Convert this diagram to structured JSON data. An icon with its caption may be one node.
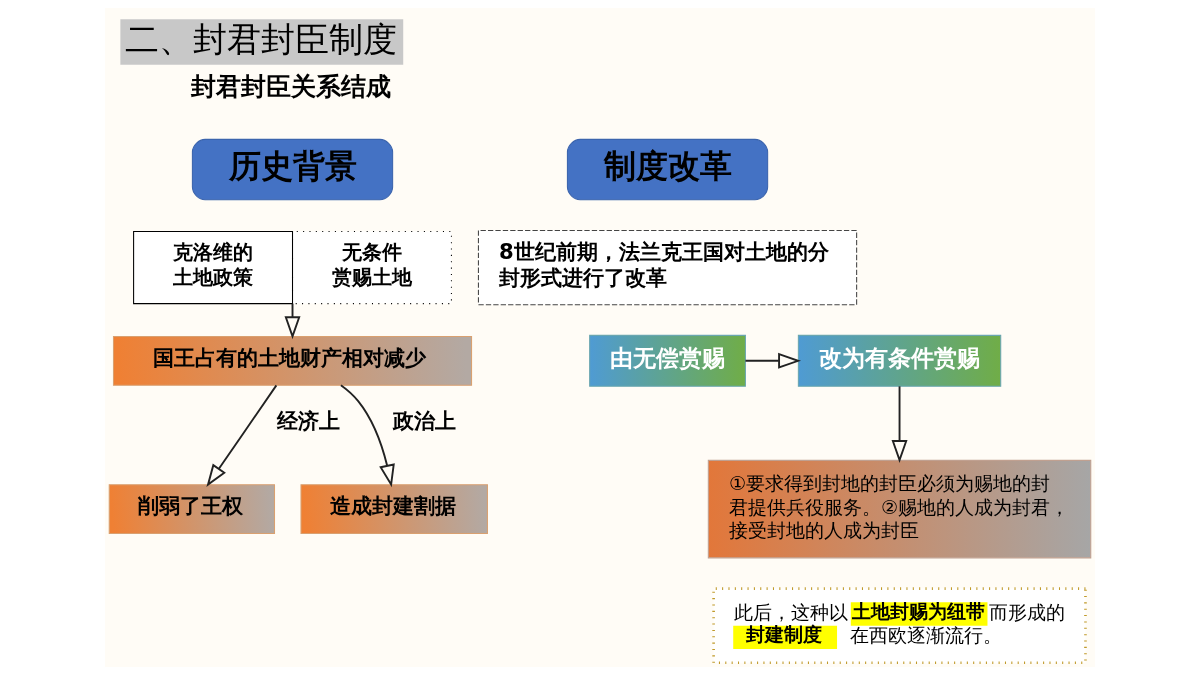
{
  "diagram": {
    "title": "二、封君封臣制度",
    "nodes": [
      {
        "text": [
          "历史背景"
        ]
      },
      {
        "text": [
          "克洛维的土地政策",
          "无条件赏赐土地"
        ]
      },
      {
        "text": [
          "国王占有的土地财产相对减少"
        ]
      },
      {
        "text": [
          "削弱了王权"
        ]
      },
      {
        "text": [
          "造成封建割据"
        ]
      },
      {
        "text": [
          "制度改革"
        ]
      },
      {
        "text": [
          "8世纪前期，法兰克王国对土地的分封形式进行了改革"
        ]
      },
      {
        "text": [
          "由无偿赏赐"
        ]
      },
      {
        "text": [
          "改为有条件赏赐"
        ]
      },
      {
        "text": [
          "①要求得到封地的封臣必须为赐地的封君提供兵役服务。②赐地的人成为封君，接受封地的人成为封臣"
        ]
      },
      {
        "text": [
          "此后，这种以**土地封赐为纽带**而形成的**封建制度**在西欧逐渐流行。"
        ]
      }
    ],
    "edges": [
      {
        "from": 1,
        "to": 2,
        "arrow": "to"
      },
      {
        "from": 2,
        "to": 3,
        "arrow": "to",
        "label": "经济上"
      },
      {
        "from": 2,
        "to": 4,
        "arrow": "to",
        "label": "政治上"
      },
      {
        "from": 7,
        "to": 8,
        "arrow": "to"
      },
      {
        "from": 8,
        "to": 9,
        "arrow": "to"
      }
    ],
    "labels": [
      "封君封臣关系结成"
    ]
  }
}
